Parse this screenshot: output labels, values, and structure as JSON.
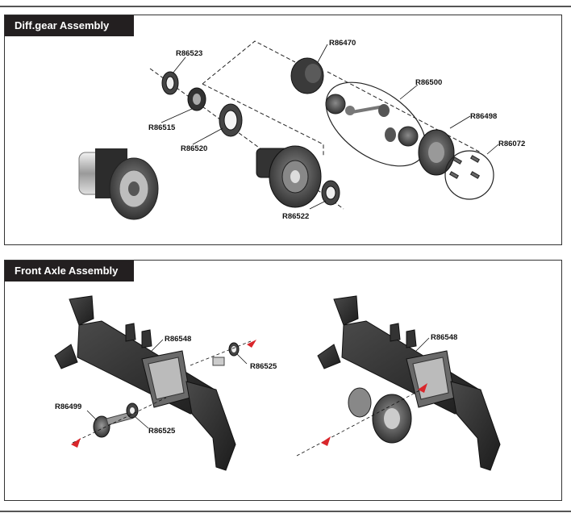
{
  "sections": [
    {
      "title": "Diff.gear Assembly",
      "parts": [
        "R86523",
        "R86470",
        "R86500",
        "R86515",
        "R86520",
        "R86498",
        "R86072",
        "R86522"
      ]
    },
    {
      "title": "Front Axle Assembly",
      "parts": [
        "R86548",
        "R86525",
        "R86499",
        "R86525",
        "R86548"
      ]
    }
  ],
  "colors": {
    "title_bg": "#231f20",
    "title_text": "#ffffff",
    "arrow": "#d9262b",
    "part": "#3a3a3a"
  }
}
